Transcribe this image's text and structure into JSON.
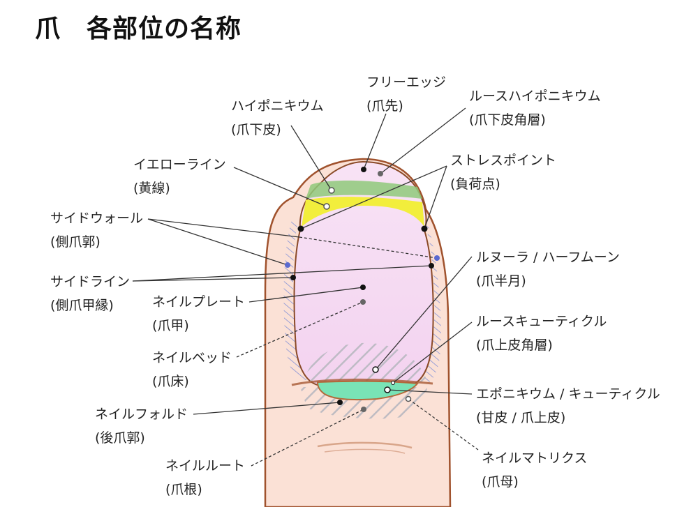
{
  "title": "爪　各部位の名称",
  "labels": {
    "free_edge": {
      "name": "フリーエッジ",
      "sub": "(爪先)"
    },
    "hyponychium": {
      "name": "ハイポニキウム",
      "sub": "(爪下皮)"
    },
    "loose_hyponychium": {
      "name": "ルースハイポニキウム",
      "sub": "(爪下皮角層)"
    },
    "yellow_line": {
      "name": "イエローライン",
      "sub": "(黄線)"
    },
    "stress_point": {
      "name": "ストレスポイント",
      "sub": "(負荷点)"
    },
    "side_wall": {
      "name": "サイドウォール",
      "sub": "(側爪郭)"
    },
    "lunula": {
      "name": "ルヌーラ / ハーフムーン",
      "sub": "(爪半月)"
    },
    "side_line": {
      "name": "サイドライン",
      "sub": "(側爪甲縁)"
    },
    "nail_plate": {
      "name": "ネイルプレート",
      "sub": "(爪甲)"
    },
    "loose_cuticle": {
      "name": "ルースキューティクル",
      "sub": "(爪上皮角層)"
    },
    "nail_bed": {
      "name": "ネイルベッド",
      "sub": "(爪床)"
    },
    "eponychium": {
      "name": "エポニキウム / キューティクル",
      "sub": "(甘皮 / 爪上皮)"
    },
    "nail_fold": {
      "name": "ネイルフォルド",
      "sub": "(後爪郭)"
    },
    "nail_matrix": {
      "name": "ネイルマトリクス",
      "sub": "(爪母)"
    },
    "nail_root": {
      "name": "ネイルルート",
      "sub": "(爪根)"
    }
  },
  "colors": {
    "skin": "#fbe1d6",
    "skin_outline": "#a0522d",
    "nail_plate": "#f6d7f3",
    "yellow_line": "#f2ee3c",
    "hyponychium_band": "#8fc97a",
    "cuticle": "#79e3b6",
    "leader": "#333333"
  }
}
